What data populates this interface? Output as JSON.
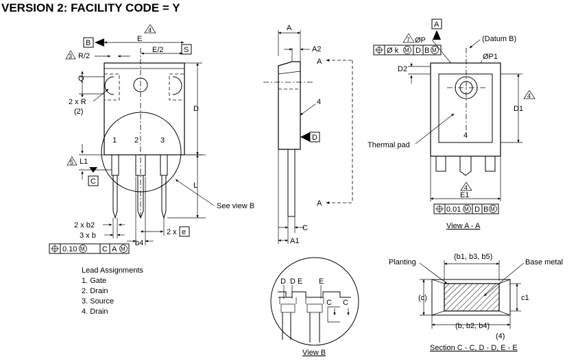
{
  "title": "VERSION 2: FACILITY CODE = Y",
  "front_view": {
    "datum_b": "B",
    "dim_e": "E",
    "flag_4": "4",
    "flag_3": "3",
    "r_half": "R/2",
    "e_half": "E/2",
    "datum_s": "S",
    "q": "Q",
    "two_x_r": "2 x R",
    "note_2": "(2)",
    "d": "D",
    "pin1": "1",
    "pin2": "2",
    "pin3": "3",
    "flag_5": "5",
    "l1": "L1",
    "datum_c": "C",
    "l": "L",
    "see_view_b": "See view B",
    "two_x_b2": "2 x b2",
    "three_x_b": "3 x b",
    "b4": "b4",
    "two_x": "2 x",
    "e_pitch": "e",
    "fcf_tol": "0.10",
    "fcf_m1": "M",
    "fcf_c": "C",
    "fcf_am": "A",
    "fcf_m2": "M"
  },
  "leads": {
    "heading": "Lead Assignments",
    "items": [
      "1. Gate",
      "2. Drain",
      "3. Source",
      "4. Drain"
    ]
  },
  "side_view": {
    "a": "A",
    "a2": "A2",
    "a_top": "A",
    "four": "4",
    "datum_d": "D",
    "a_bot": "A",
    "c": "C",
    "a1": "A1"
  },
  "view_aa": {
    "datum_a": "A",
    "flag_7": "7",
    "op": "ØP",
    "datum_b_note": "(Datum B)",
    "fcf_k": "Ø k",
    "fcf_m": "M",
    "fcf_d": "D",
    "fcf_bm": "B",
    "fcf_m2": "M",
    "op1": "ØP1",
    "d2": "D2",
    "d1": "D1",
    "flag_4a": "4",
    "thermal_pad": "Thermal pad",
    "four": "4",
    "flag_4b": "4",
    "e1": "E1",
    "fcf_tol": "0.01",
    "fcf2_m": "M",
    "fcf2_d": "D",
    "fcf2_b": "B",
    "fcf2_m2": "M",
    "caption": "View A - A"
  },
  "view_b": {
    "d1": "D",
    "de": "D E",
    "e": "E",
    "c1": "C",
    "c2": "C",
    "caption": "View B"
  },
  "section": {
    "plating": "Planting",
    "b_top": "(b1, b3, b5)",
    "base_metal": "Base metal",
    "c_paren": "(c)",
    "c1": "c1",
    "b_bot": "(b, b2, b4)",
    "four": "(4)",
    "caption": "Section C - C, D - D, E - E"
  }
}
